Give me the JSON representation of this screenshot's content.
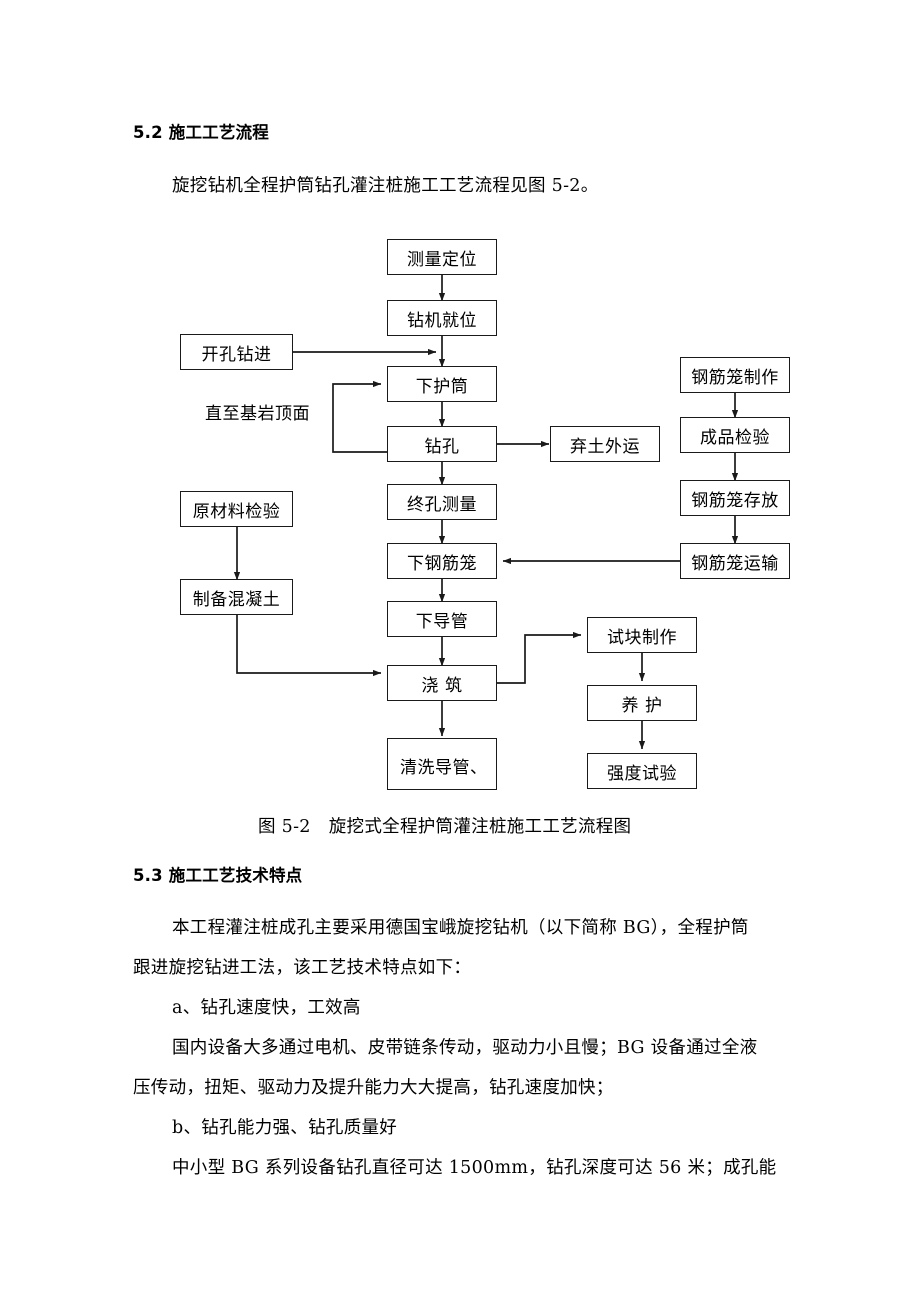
{
  "document": {
    "sections": [
      {
        "id": "s52",
        "number": "5.2",
        "title": "施工工艺流程"
      },
      {
        "id": "s53",
        "number": "5.3",
        "title": "施工工艺技术特点"
      }
    ],
    "headings": {
      "s52": "5.2 施工工艺流程",
      "s53": "5.3 施工工艺技术特点"
    },
    "paragraphs": {
      "intro": "旋挖钻机全程护筒钻孔灌注桩施工工艺流程见图 5-2。",
      "p1_line1": "本工程灌注桩成孔主要采用德国宝峨旋挖钻机（以下简称 BG），全程护筒",
      "p1_line2": "跟进旋挖钻进工法，该工艺技术特点如下：",
      "item_a": "a、钻孔速度快，工效高",
      "p2_line1": "国内设备大多通过电机、皮带链条传动，驱动力小且慢；BG 设备通过全液",
      "p2_line2": "压传动，扭矩、驱动力及提升能力大大提高，钻孔速度加快；",
      "item_b": "b、钻孔能力强、钻孔质量好",
      "p3_line1": "中小型 BG 系列设备钻孔直径可达 1500mm，钻孔深度可达 56 米；成孔能"
    },
    "figure": {
      "caption_number": "图 5-2",
      "caption_text": "旋挖式全程护筒灌注桩施工工艺流程图",
      "nodes": {
        "measure_position": "测量定位",
        "rig_in_place": "钻机就位",
        "start_drilling": "开孔钻进",
        "lower_casing": "下护筒",
        "drilling": "钻孔",
        "spoil_haul": "弃土外运",
        "final_hole_survey": "终孔测量",
        "lower_rebar_cage": "下钢筋笼",
        "lower_tremie": "下导管",
        "pouring": "浇  筑",
        "wash_tremie": "清洗导管、",
        "rebar_cage_fab": "钢筋笼制作",
        "product_inspection": "成品检验",
        "rebar_cage_storage": "钢筋笼存放",
        "rebar_cage_transport": "钢筋笼运输",
        "raw_material_test": "原材料检验",
        "concrete_prep": "制备混凝土",
        "test_block_making": "试块制作",
        "curing": "养  护",
        "strength_test": "强度试验"
      },
      "annotations": {
        "to_bedrock": "直至基岩顶面"
      }
    }
  },
  "colors": {
    "ink": "#000000",
    "line": "#1a1a1a",
    "page_background": "#ffffff"
  }
}
